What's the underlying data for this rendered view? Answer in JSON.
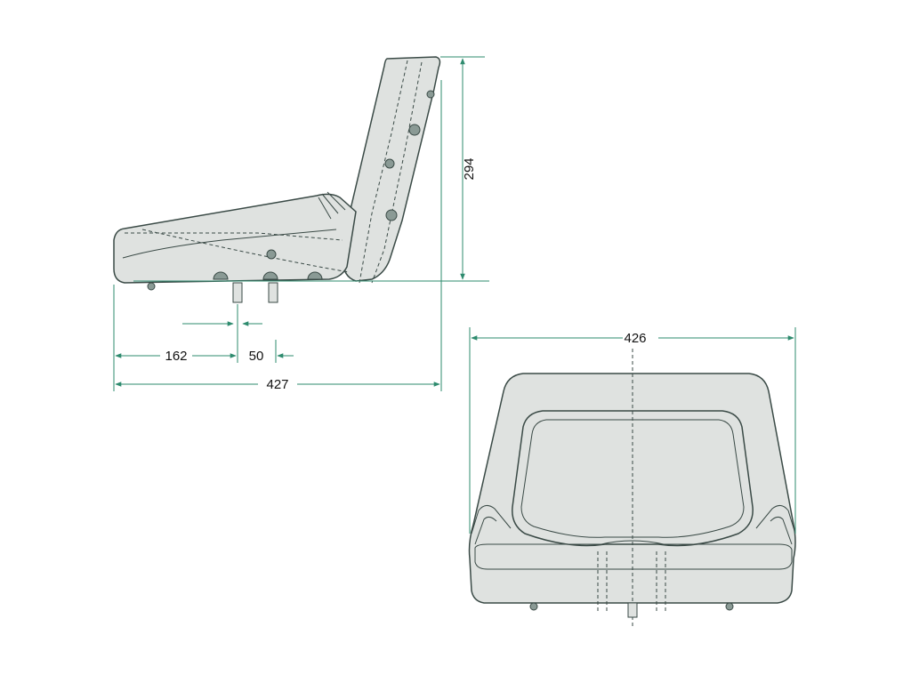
{
  "dimensions": {
    "height_label": "294",
    "width_label": "427",
    "offset_label": "162",
    "slot_label": "50",
    "top_width_label": "426"
  },
  "colors": {
    "seat_fill": "#dfe2e0",
    "outline": "#3a4a46",
    "dimension_line": "#2e8b6e",
    "bolt_fill": "#8a9a95"
  }
}
